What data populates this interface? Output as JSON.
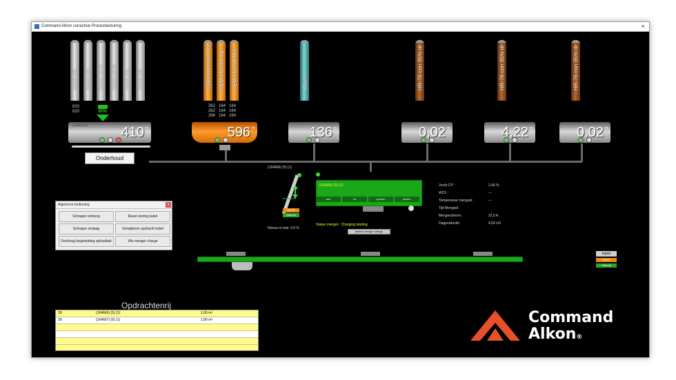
{
  "window": {
    "title": "Command Alkon conactive Procesbesturing",
    "close_glyph": "×"
  },
  "aggregates": {
    "silos": [
      "Zand 0/4",
      "Zand 0/4",
      "Grind 4/16",
      "Grind 4/16",
      "Zand 0/4",
      "Zand 0/4"
    ],
    "under": [
      "820",
      "820"
    ],
    "indicator": "60%",
    "scale_value": "410",
    "scale_unit": "kg",
    "scale_id": "(164667) (6)",
    "maintenance_label": "Onderhoud"
  },
  "cement": {
    "silos": [
      "Kalksteenmeel Kon",
      "CEM I 52,5R Sp",
      "CEM I 52,5R Mix"
    ],
    "readings": [
      [
        "262",
        "164",
        "164"
      ],
      [
        "262",
        "164",
        "164"
      ],
      [
        "266",
        "164",
        "164"
      ]
    ],
    "scale_value": "596",
    "scale_unit": "kg"
  },
  "water": {
    "silo": "Water",
    "scale_value": "136",
    "scale_unit": "kg"
  },
  "admixtures": [
    {
      "silo": "HR-76 con 35% dr",
      "scale_value": "0,02",
      "unit": "kg"
    },
    {
      "silo": "HR-76 con 35% dr",
      "scale_value": "4,22",
      "unit": "kg"
    },
    {
      "silo": "HR-76 con 35% dr",
      "scale_value": "0,02",
      "unit": "kg"
    }
  ],
  "skip": {
    "order": "(164666) (5) (1)",
    "mode_top": "DEVR",
    "mode_bottom": "Manual",
    "level_label": "Niveau in bak:",
    "level_value": "0,0 %"
  },
  "mixer": {
    "order": "(164666) (5) (1)",
    "buttons": [
      "aan",
      "uit",
      "openen",
      "sluiten"
    ],
    "status_label": "Status menger:",
    "status_value": "Charging starting",
    "status_button": "starten menger charge"
  },
  "mixer_info": [
    {
      "label": "Vocht CP :",
      "value": "2,96 %"
    },
    {
      "label": "WCF :",
      "value": "---"
    },
    {
      "label": "Temperatuur mengsel :",
      "value": "---"
    },
    {
      "label": "Tijd Mengsel:",
      "value": ""
    },
    {
      "label": "Mengerstroom:",
      "value": "22,5 A"
    },
    {
      "label": "Dagproductie:",
      "value": "4,00 m3"
    }
  ],
  "control_panel": {
    "title": "Algemene bediening",
    "close": "x",
    "buttons": [
      "Schraper omhoog",
      "Reset storing kubel",
      "Schraper omlaag",
      "Verwijderen opdracht kubel",
      "Overbrug leegmelding ophaalbak",
      "Wis menger charge"
    ]
  },
  "truck": {
    "name": "kubel",
    "mode_top": "DEVR",
    "mode_bottom": "Manual"
  },
  "queue": {
    "title": "Opdrachtenrij",
    "rows": [
      {
        "num": "29",
        "order": "(164666) (5) (1)",
        "volume": "1,00 m³"
      },
      {
        "num": "29",
        "order": "(164667) (6) (1)",
        "volume": "1,80 m³"
      },
      {
        "num": "",
        "order": "",
        "volume": ""
      },
      {
        "num": "",
        "order": "",
        "volume": ""
      },
      {
        "num": "",
        "order": "",
        "volume": ""
      }
    ]
  },
  "brand": {
    "line1": "Command",
    "line2": "Alkon",
    "reg": "®",
    "accent": "#e8502a"
  }
}
